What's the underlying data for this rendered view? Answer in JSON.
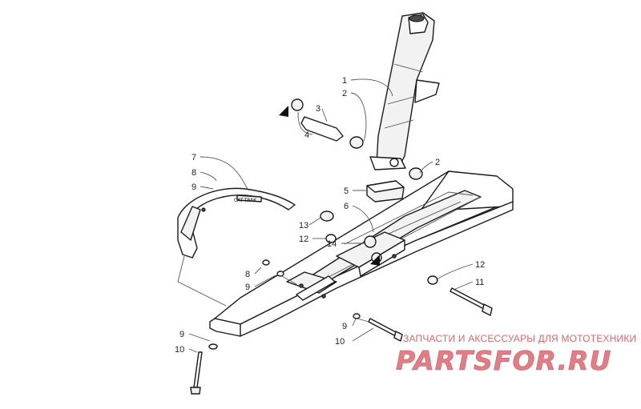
{
  "callouts": [
    {
      "id": "c1",
      "label": "1"
    },
    {
      "id": "c2a",
      "label": "2"
    },
    {
      "id": "c3",
      "label": "3"
    },
    {
      "id": "c4",
      "label": "4"
    },
    {
      "id": "c2b",
      "label": "2"
    },
    {
      "id": "c5",
      "label": "5"
    },
    {
      "id": "c6",
      "label": "6"
    },
    {
      "id": "c7",
      "label": "7"
    },
    {
      "id": "c8a",
      "label": "8"
    },
    {
      "id": "c9a",
      "label": "9"
    },
    {
      "id": "c13",
      "label": "13"
    },
    {
      "id": "c12a",
      "label": "12"
    },
    {
      "id": "c14",
      "label": "14"
    },
    {
      "id": "c12b",
      "label": "12"
    },
    {
      "id": "c11",
      "label": "11"
    },
    {
      "id": "c8b",
      "label": "8"
    },
    {
      "id": "c9b",
      "label": "9"
    },
    {
      "id": "c9c",
      "label": "9"
    },
    {
      "id": "c10a",
      "label": "10"
    },
    {
      "id": "c9d",
      "label": "9"
    },
    {
      "id": "c10b",
      "label": "10"
    }
  ],
  "watermark": {
    "tagline": "ЗАПЧАСТИ И АКСЕССУАРЫ ДЛЯ МОТОТЕХНИКИ",
    "logo": "PARTSFOR.RU",
    "color": "#e27c85"
  },
  "skid_logo": "CAT-TRAK"
}
